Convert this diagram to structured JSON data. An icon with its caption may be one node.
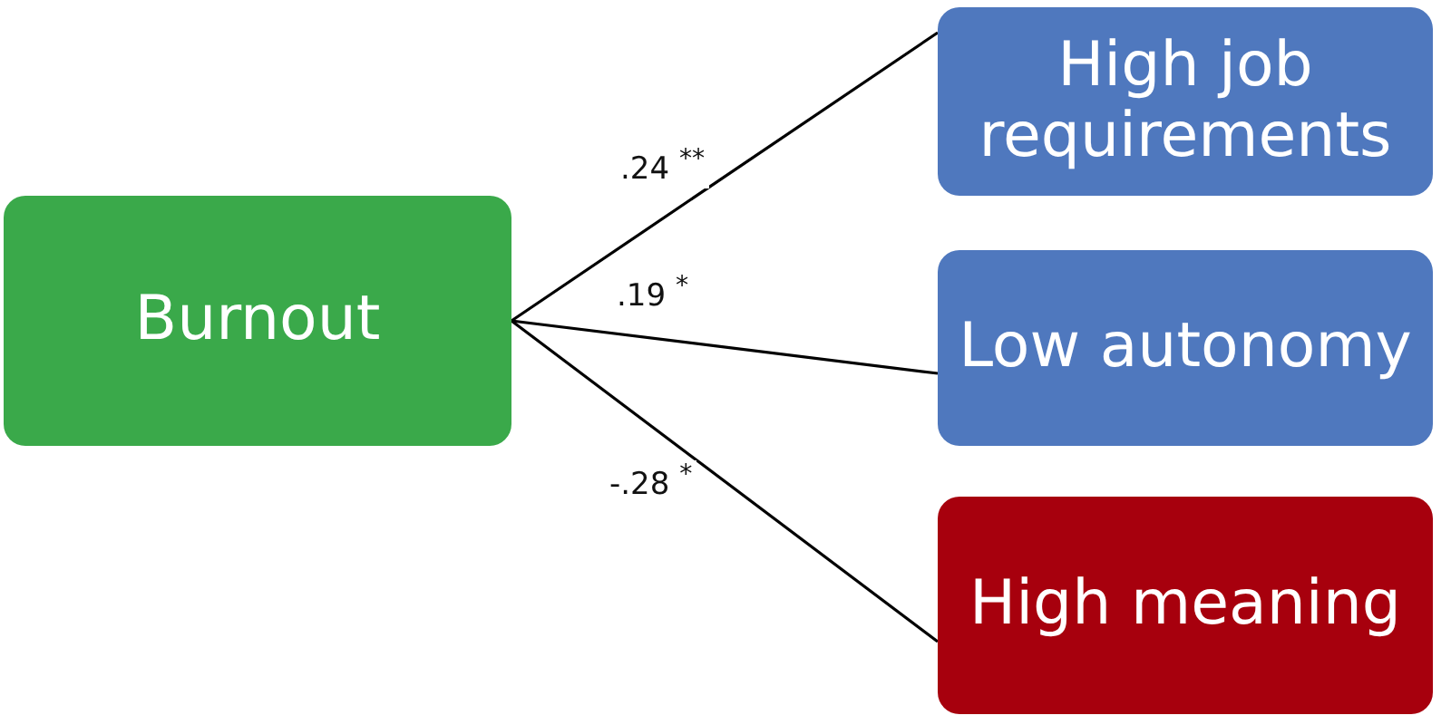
{
  "diagram": {
    "nodes": [
      {
        "text": [
          "Burnout"
        ]
      },
      {
        "text": [
          "High job requirements"
        ]
      },
      {
        "text": [
          "Low autonomy"
        ]
      },
      {
        "text": [
          "High meaning"
        ]
      }
    ],
    "edges": [
      {
        "from": 0,
        "to": 1,
        "arrow": "none",
        "label": ".24 $^{**}$"
      },
      {
        "from": 0,
        "to": 2,
        "arrow": "none",
        "label": ".19 $^{*}$"
      },
      {
        "from": 0,
        "to": 3,
        "arrow": "none",
        "label": "-.28 $^{*}$"
      }
    ]
  }
}
